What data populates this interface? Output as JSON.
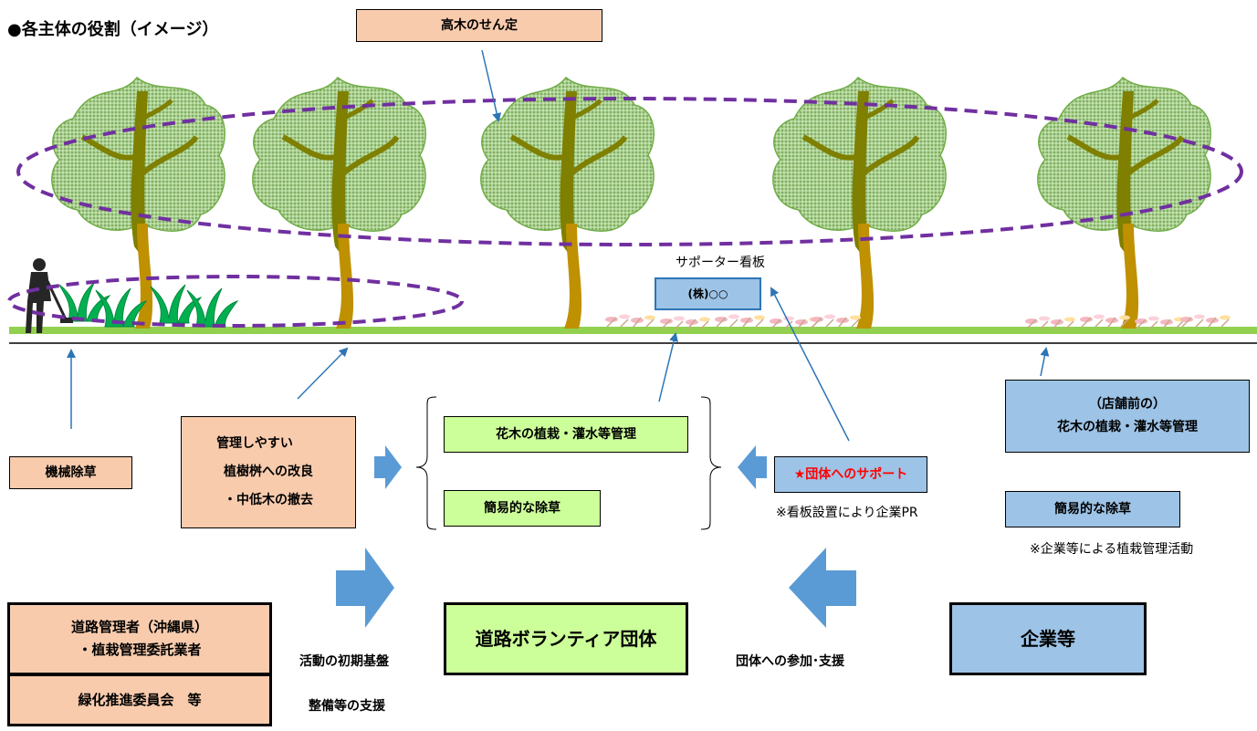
{
  "title": "●各主体の役割（イメージ）",
  "labels": {
    "high_pruning": "高木のせん定",
    "sign_caption": "サポーター看板",
    "sign_text": "(株)○○",
    "mechanical_weeding": "機械除草",
    "improve_1": "管理しやすい",
    "improve_2": "植樹桝への改良",
    "improve_3": "・中低木の撤去",
    "flower_planting": "花木の植栽・灌水等管理",
    "simple_weeding": "簡易的な除草",
    "group_support": "★団体へのサポート",
    "pr_note": "※看板設置により企業PR",
    "store_front_1": "（店舗前の）",
    "store_front_2": "花木の植栽・灌水等管理",
    "simple_weeding_2": "簡易的な除草",
    "company_note": "※企業等による植栽管理活動",
    "road_admin_1": "道路管理者（沖縄県）",
    "road_admin_2": "・植栽管理委託業者",
    "greening_committee": "緑化推進委員会　等",
    "initial_support_1": "活動の初期基盤",
    "initial_support_2": "整備等の支援",
    "volunteer_group": "道路ボランティア団体",
    "participation_support": "団体への参加･支援",
    "companies": "企業等"
  },
  "colors": {
    "peach": "#f8cbad",
    "light_green": "#ccff99",
    "light_blue": "#9dc3e6",
    "arrow_blue": "#5b9bd5",
    "line_blue": "#2e75b6",
    "dashed_purple": "#7030a0",
    "ground_green": "#92d050",
    "canopy": "#a9d18e",
    "trunk_brown": "#bf9000",
    "branch_olive": "#7f7f00",
    "red": "#ff0000"
  },
  "icons": {
    "trees": "tree-icon",
    "grass": "grass-icon",
    "worker": "worker-with-trimmer-icon",
    "flowers": "flower-bed-icon",
    "block_arrows": "block-arrow-right-icon"
  }
}
